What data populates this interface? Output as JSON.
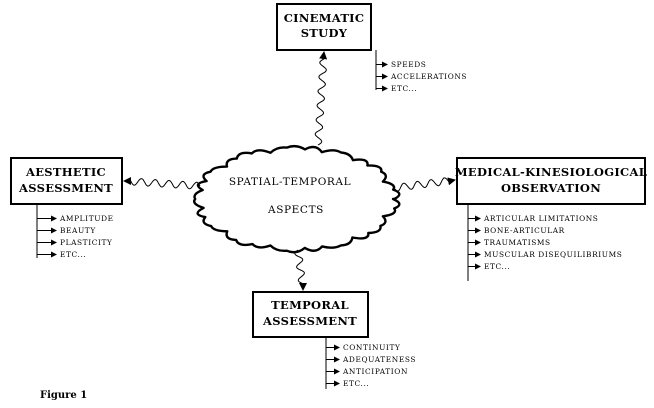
{
  "center": {
    "line1": "SPATIAL-TEMPORAL",
    "line2": "ASPECTS"
  },
  "top": {
    "title_line1": "CINEMATIC",
    "title_line2": "STUDY",
    "items": [
      "SPEEDS",
      "ACCELERATIONS",
      "ETC..."
    ]
  },
  "left": {
    "title_line1": "AESTHETIC",
    "title_line2": "ASSESSMENT",
    "items": [
      "AMPLITUDE",
      "BEAUTY",
      "PLASTICITY",
      "ETC..."
    ]
  },
  "right": {
    "title_line1": "MEDICAL-KINESIOLOGICAL",
    "title_line2": "OBSERVATION",
    "items": [
      "ARTICULAR LIMITATIONS",
      "BONE-ARTICULAR",
      "TRAUMATISMS",
      "MUSCULAR DISEQUILIBRIUMS",
      "ETC..."
    ]
  },
  "bottom": {
    "title_line1": "TEMPORAL",
    "title_line2": "ASSESSMENT",
    "items": [
      "CONTINUITY",
      "ADEQUATENESS",
      "ANTICIPATION",
      "ETC..."
    ]
  },
  "caption": "Figure 1"
}
